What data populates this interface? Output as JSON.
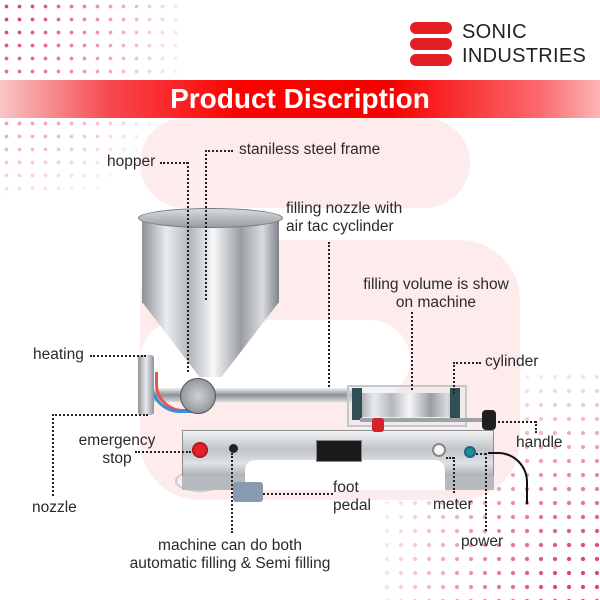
{
  "brand": {
    "name_line1": "SONIC",
    "name_line2": "INDUSTRIES",
    "accent_color": "#e31e24"
  },
  "banner": {
    "title": "Product Discription",
    "color": "#ff0000"
  },
  "labels": {
    "hopper": "hopper",
    "frame": "staniless steel frame",
    "filling_nozzle_line1": "filling nozzle with",
    "filling_nozzle_line2": "air tac cyclinder",
    "filling_volume_line1": "filling volume is show",
    "filling_volume_line2": "on machine",
    "cylinder": "cylinder",
    "heating": "heating",
    "handle": "handle",
    "emergency_line1": "emergency",
    "emergency_line2": "stop",
    "nozzle": "nozzle",
    "foot_line1": "foot",
    "foot_line2": "pedal",
    "meter": "meter",
    "power": "power",
    "mode_line1": "machine can do both",
    "mode_line2": "automatic filling & Semi filling"
  }
}
